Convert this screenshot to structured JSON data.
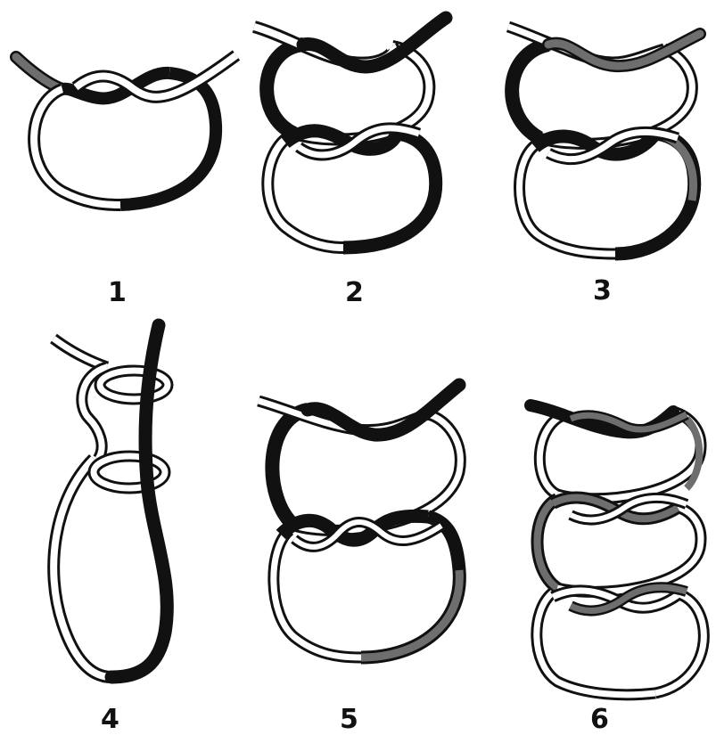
{
  "figure_labels": [
    "1",
    "2",
    "3",
    "4",
    "5",
    "6"
  ],
  "colors": {
    "background": "#ffffff",
    "outline": "#111111",
    "rope_light": "#ffffff",
    "rope_dark": "#111111",
    "rope_grey": "#6e6e6e"
  },
  "icons": {
    "knot_1": "rope-loop-with-half-twist-icon",
    "knot_2": "rope-double-loop-with-twists-icon",
    "knot_3": "rope-double-loop-shaded-icon",
    "knot_4": "rope-elongated-loop-with-wraps-icon",
    "knot_5": "rope-double-loop-with-triple-twist-icon",
    "knot_6": "rope-triple-loop-chain-icon"
  }
}
